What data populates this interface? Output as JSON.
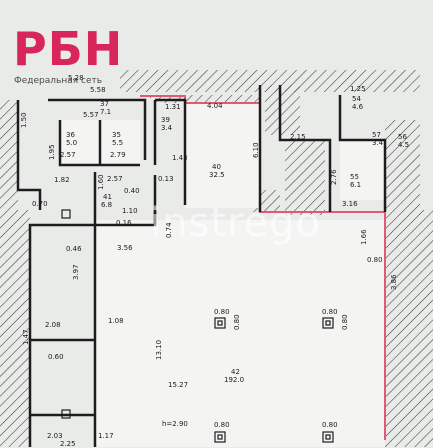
{
  "logo": {
    "main": "РБН",
    "subtitle": "Федеральная сеть"
  },
  "watermark": "instrego",
  "colors": {
    "wall": "#1d1d1d",
    "hatch": "#3a3a3a",
    "boundary": "#e05a73",
    "logo": "#d8265a",
    "background": "#e9ebe9",
    "room_fill": "#f4f5f3"
  },
  "rooms": {
    "r37": {
      "number": "37",
      "area": "7.1"
    },
    "r36": {
      "number": "36",
      "area": "5.0"
    },
    "r35": {
      "number": "35",
      "area": "5.5"
    },
    "r39": {
      "number": "39",
      "area": "3.4"
    },
    "r40": {
      "number": "40",
      "area": "32.5"
    },
    "r41": {
      "number": "41",
      "area": "6.8"
    },
    "r42": {
      "number": "42",
      "area": "192.0"
    },
    "r55": {
      "number": "55",
      "area": "6.1"
    },
    "r57": {
      "number": "57",
      "area": "3.4"
    },
    "r56": {
      "number": "56",
      "area": "4.5"
    },
    "r54": {
      "number": "54",
      "area": "4.6"
    }
  },
  "dimensions": {
    "d1": "5.28",
    "d2": "5.58",
    "d3": "5.57",
    "d4": "1.31",
    "d5": "4.04",
    "d6": "2.57",
    "d7": "2.79",
    "d8": "1.43",
    "d9": "6.10",
    "d10": "2.15",
    "d11": "1.82",
    "d12": "0.70",
    "d13": "2.57",
    "d14": "1.10",
    "d15": "3.56",
    "d16": "0.74",
    "d17": "0.13",
    "d18": "3.16",
    "d19": "1.25",
    "d20": "1.08",
    "d21": "0.80",
    "d22": "13.10",
    "d23": "15.27",
    "d24": "h=2.90",
    "d25": "1.17",
    "d26": "2.25",
    "d27": "2.08",
    "d28": "1.47",
    "d29": "2.03",
    "d30": "1.66",
    "d31": "2.76",
    "d32": "1.50",
    "d33": "1.95",
    "d34": "3.97",
    "d35": "1.60",
    "d36": "0.46",
    "d37": "0.40",
    "d38": "0.16",
    "d39": "3.86",
    "d40": "0.60"
  },
  "columns": [
    "0.80",
    "0.80",
    "0.80",
    "0.80",
    "0.80",
    "0.80"
  ]
}
